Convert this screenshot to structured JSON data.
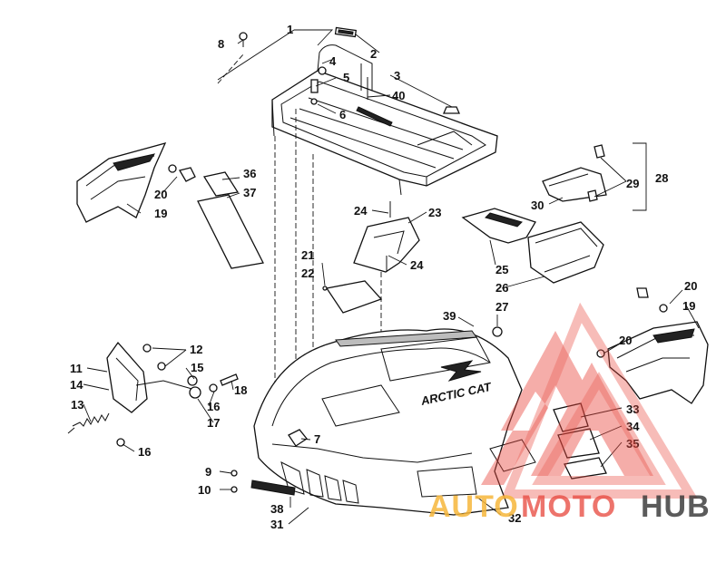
{
  "callouts": {
    "c1": "1",
    "c2": "2",
    "c3": "3",
    "c4": "4",
    "c5": "5",
    "c6": "6",
    "c7": "7",
    "c8": "8",
    "c9": "9",
    "c10": "10",
    "c11": "11",
    "c12": "12",
    "c13": "13",
    "c14": "14",
    "c15": "15",
    "c16a": "16",
    "c16b": "16",
    "c17": "17",
    "c18": "18",
    "c19a": "19",
    "c19b": "19",
    "c20a": "20",
    "c20b": "20",
    "c20c": "20",
    "c21": "21",
    "c22": "22",
    "c23": "23",
    "c24a": "24",
    "c24b": "24",
    "c25": "25",
    "c26": "26",
    "c27": "27",
    "c28": "28",
    "c29": "29",
    "c30": "30",
    "c31": "31",
    "c32": "32",
    "c33": "33",
    "c34": "34",
    "c35": "35",
    "c36": "36",
    "c37": "37",
    "c38": "38",
    "c39": "39",
    "c40": "40"
  },
  "decal": {
    "brand": "ARCTIC CAT"
  },
  "watermark": {
    "part1": "AUTO",
    "part2": "MOTO",
    "part3": "HUB"
  },
  "colors": {
    "watermark_orange": "#f6b73c",
    "watermark_red": "#e8463c",
    "watermark_dark": "#333333"
  }
}
